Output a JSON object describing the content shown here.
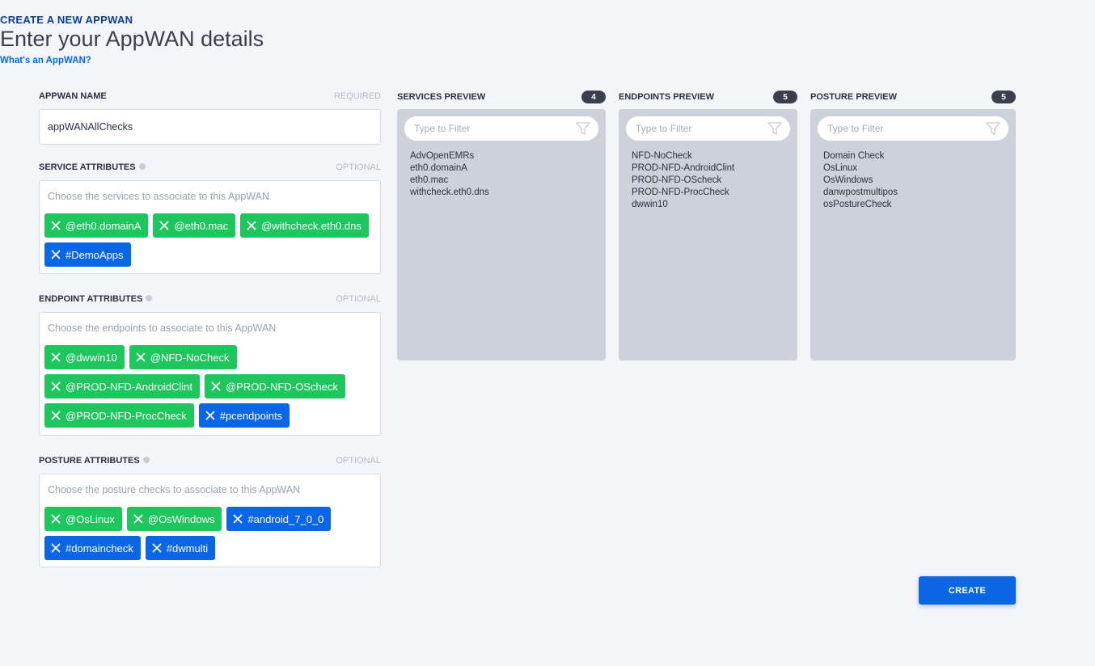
{
  "header": {
    "kicker": "CREATE A NEW APPWAN",
    "title": "Enter your AppWAN details",
    "help_link": "What's an AppWAN?"
  },
  "appwan_name": {
    "label": "APPWAN NAME",
    "tag": "REQUIRED",
    "value": "appWANAllChecks"
  },
  "service_attributes": {
    "label": "SERVICE ATTRIBUTES",
    "tag": "OPTIONAL",
    "placeholder": "Choose the services to associate to this AppWAN",
    "chips": [
      {
        "text": "@eth0.domainA",
        "color": "green"
      },
      {
        "text": "@eth0.mac",
        "color": "green"
      },
      {
        "text": "@withcheck.eth0.dns",
        "color": "green"
      },
      {
        "text": "#DemoApps",
        "color": "blue"
      }
    ]
  },
  "endpoint_attributes": {
    "label": "ENDPOINT ATTRIBUTES",
    "tag": "OPTIONAL",
    "placeholder": "Choose the endpoints to associate to this AppWAN",
    "chips": [
      {
        "text": "@dwwin10",
        "color": "green"
      },
      {
        "text": "@NFD-NoCheck",
        "color": "green"
      },
      {
        "text": "@PROD-NFD-AndroidClint",
        "color": "green"
      },
      {
        "text": "@PROD-NFD-OScheck",
        "color": "green"
      },
      {
        "text": "@PROD-NFD-ProcCheck",
        "color": "green"
      },
      {
        "text": "#pcendpoints",
        "color": "blue"
      }
    ]
  },
  "posture_attributes": {
    "label": "POSTURE ATTRIBUTES",
    "tag": "OPTIONAL",
    "placeholder": "Choose the posture checks to associate to this AppWAN",
    "chips": [
      {
        "text": "@OsLinux",
        "color": "green"
      },
      {
        "text": "@OsWindows",
        "color": "green"
      },
      {
        "text": "#android_7_0_0",
        "color": "blue"
      },
      {
        "text": "#domaincheck",
        "color": "blue"
      },
      {
        "text": "#dwmulti",
        "color": "blue"
      }
    ]
  },
  "services_preview": {
    "label": "SERVICES PREVIEW",
    "count": "4",
    "filter_placeholder": "Type to Filter",
    "items": [
      "AdvOpenEMRs",
      "eth0.domainA",
      "eth0.mac",
      "withcheck.eth0.dns"
    ]
  },
  "endpoints_preview": {
    "label": "ENDPOINTS PREVIEW",
    "count": "5",
    "filter_placeholder": "Type to Filter",
    "items": [
      "NFD-NoCheck",
      "PROD-NFD-AndroidClint",
      "PROD-NFD-OScheck",
      "PROD-NFD-ProcCheck",
      "dwwin10"
    ]
  },
  "posture_preview": {
    "label": "POSTURE PREVIEW",
    "count": "5",
    "filter_placeholder": "Type to Filter",
    "items": [
      "Domain Check",
      "OsLinux",
      "OsWindows",
      "danwpostmultipos",
      "osPostureCheck"
    ]
  },
  "actions": {
    "create_label": "CREATE"
  },
  "colors": {
    "green_chip": "#1fc65e",
    "blue_chip": "#0a66e4",
    "kicker": "#0b3d91",
    "panel_bg": "#cdd1da"
  }
}
